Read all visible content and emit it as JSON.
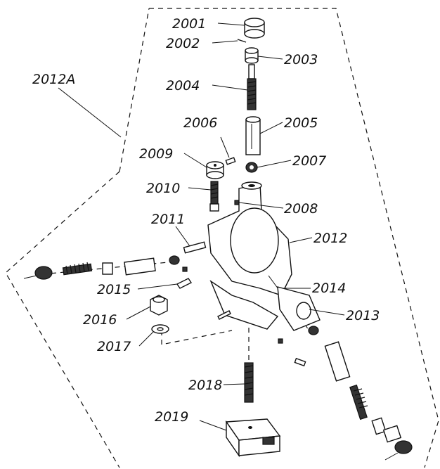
{
  "diagram": {
    "parts": [
      {
        "id": "p2001",
        "label": "2001"
      },
      {
        "id": "p2002",
        "label": "2002"
      },
      {
        "id": "p2003",
        "label": "2003"
      },
      {
        "id": "p2004",
        "label": "2004"
      },
      {
        "id": "p2005",
        "label": "2005"
      },
      {
        "id": "p2006",
        "label": "2006"
      },
      {
        "id": "p2007",
        "label": "2007"
      },
      {
        "id": "p2008",
        "label": "2008"
      },
      {
        "id": "p2009",
        "label": "2009"
      },
      {
        "id": "p2010",
        "label": "2010"
      },
      {
        "id": "p2011",
        "label": "2011"
      },
      {
        "id": "p2012",
        "label": "2012"
      },
      {
        "id": "p2012A",
        "label": "2012A"
      },
      {
        "id": "p2013",
        "label": "2013"
      },
      {
        "id": "p2014",
        "label": "2014"
      },
      {
        "id": "p2015",
        "label": "2015"
      },
      {
        "id": "p2016",
        "label": "2016"
      },
      {
        "id": "p2017",
        "label": "2017"
      },
      {
        "id": "p2018",
        "label": "2018"
      },
      {
        "id": "p2019",
        "label": "2019"
      }
    ]
  }
}
